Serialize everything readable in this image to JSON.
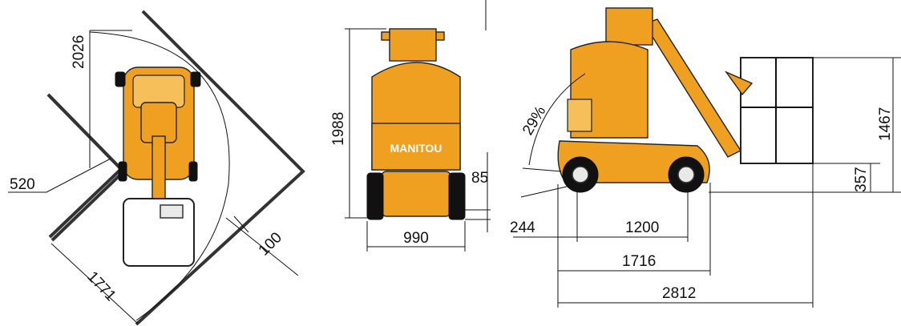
{
  "dimensions": {
    "top_height": "2026",
    "turn_inner": "520",
    "turn_outer": "1771",
    "turn_gap": "100",
    "front_height": "1988",
    "ground_clearance": "85",
    "front_width": "990",
    "slope": "29%",
    "basket_height": "1467",
    "basket_floor": "357",
    "overhang": "244",
    "wheelbase": "1200",
    "machine_length": "1716",
    "total_length": "2812"
  },
  "brand": "MANITOU",
  "colors": {
    "body": "#f0a020",
    "outline": "#222222",
    "basket": "#ffffff"
  }
}
